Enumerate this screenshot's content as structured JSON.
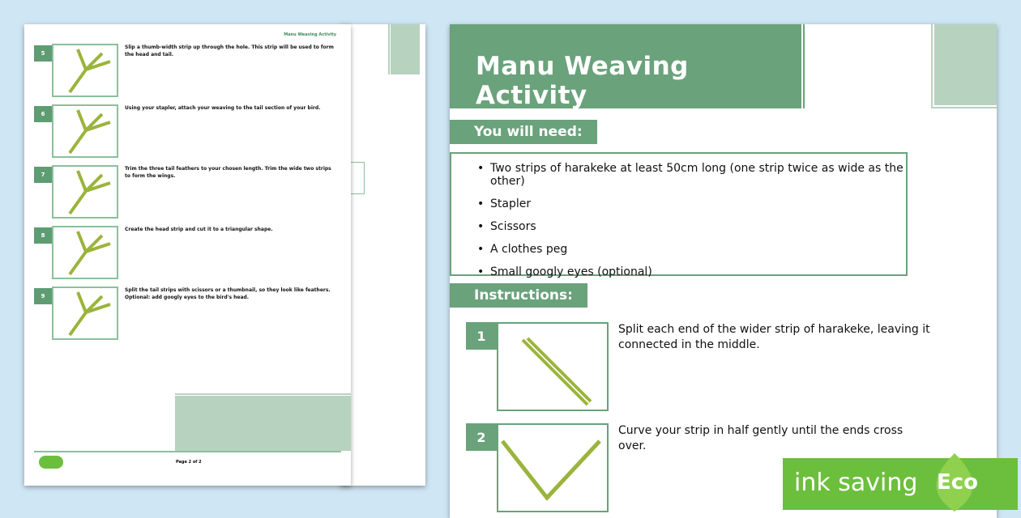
{
  "left_page": {
    "header": "Manu Weaving Activity",
    "steps": [
      {
        "num": "5",
        "text": "Slip a thumb-width strip up through the hole. This strip will be used to form the head and tail."
      },
      {
        "num": "6",
        "text": "Using your stapler, attach your weaving to the tail section of your bird."
      },
      {
        "num": "7",
        "text": "Trim the three tail feathers to your chosen length. Trim the wide two strips to form the wings."
      },
      {
        "num": "8",
        "text": "Create the head strip and cut it to a triangular shape."
      },
      {
        "num": "9",
        "text": "Split the tail strips with scissors or a thumbnail, so they look like feathers. Optional: add googly eyes to the bird's head."
      }
    ],
    "footer_page": "Page 2 of 2"
  },
  "right_page": {
    "title": "Manu Weaving Activity",
    "need_heading": "You will need:",
    "needs": [
      "Two strips of harakeke at least 50cm long (one strip twice as wide as the other)",
      "Stapler",
      "Scissors",
      "A clothes peg",
      "Small googly eyes (optional)"
    ],
    "instructions_heading": "Instructions:",
    "instructions": [
      {
        "num": "1",
        "text": "Split each end of the wider strip of harakeke, leaving it connected in the middle."
      },
      {
        "num": "2",
        "text": "Curve your strip in half gently until the ends cross over."
      }
    ]
  },
  "badge": {
    "text": "ink saving",
    "eco": "Eco"
  },
  "colors": {
    "green": "#6aa27b",
    "background": "#cfe6f4",
    "eco": "#6cbf3c"
  }
}
